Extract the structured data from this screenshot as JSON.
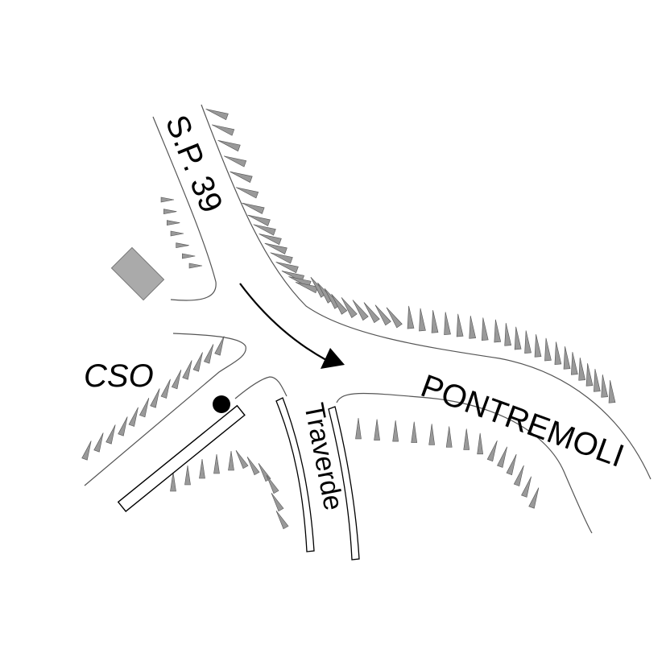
{
  "labels": {
    "road_sp39": "S.P. 39",
    "road_pontremoli": "PONTREMOLI",
    "area_cso": "CSO",
    "bridge_traverde": "Traverde"
  },
  "colors": {
    "road_edge": "#555555",
    "embankment": "#999999",
    "building": "#aaaaaa",
    "ink": "#000000"
  },
  "icons": {
    "direction": "direction-arrow-icon",
    "marker": "location-dot-icon",
    "building": "building-icon"
  }
}
